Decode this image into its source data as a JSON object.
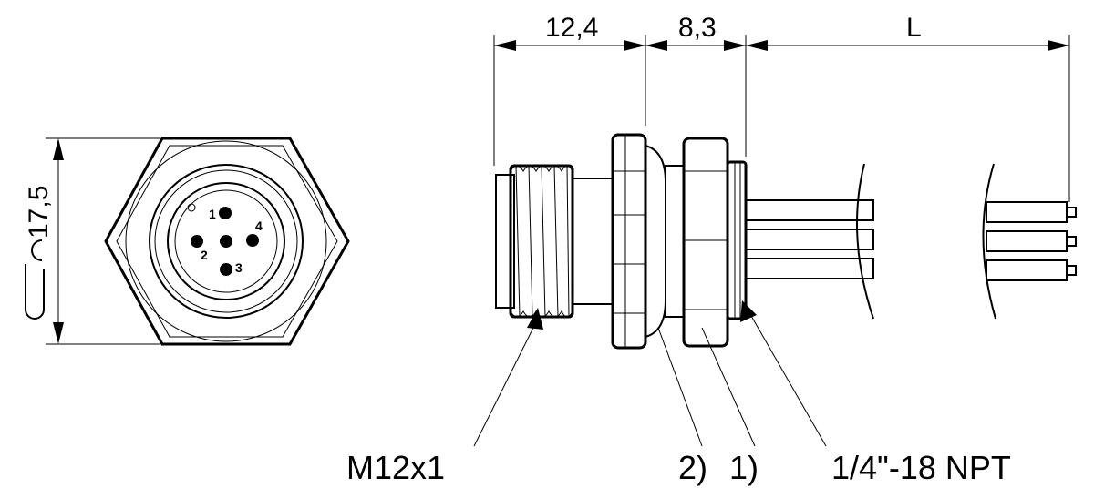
{
  "dimensions": {
    "width_across_flats": "17,5",
    "thread_length": "12,4",
    "flange_width": "8,3",
    "cable_length": "L"
  },
  "pins": [
    "1",
    "2",
    "3",
    "4"
  ],
  "labels": {
    "thread_m12": "M12x1",
    "note_2": "2)",
    "note_1": "1)",
    "thread_npt": "1/4\"-18 NPT"
  }
}
